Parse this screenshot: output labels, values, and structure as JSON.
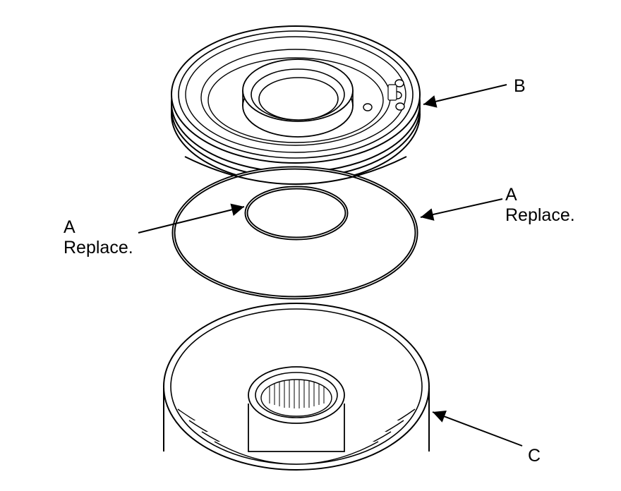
{
  "labels": {
    "b": "B",
    "a_right_letter": "A",
    "a_right_note": "Replace.",
    "a_left_letter": "A",
    "a_left_note": "Replace.",
    "c": "C"
  }
}
